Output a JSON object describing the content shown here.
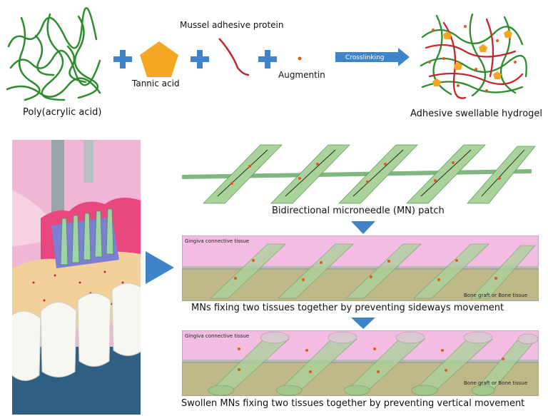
{
  "top_row": {
    "poly_label": "Poly(acrylic acid)",
    "tannic_label": "Tannic acid",
    "mussel_label": "Mussel adhesive protein",
    "augmentin_label": "Augmentin",
    "crosslinking_label": "Crosslinking",
    "hydrogel_label": "Adhesive swellable hydrogel"
  },
  "panels": {
    "patch_caption": "Bidirectional microneedle (MN) patch",
    "sideways_caption": "MNs fixing two tissues together by preventing sideways movement",
    "vertical_caption": "Swollen MNs fixing two tissues together by preventing vertical movement",
    "gingiva_label": "Gingiva connective tissue",
    "bone_label": "Bone graft or Bone tissue"
  },
  "colors": {
    "polymer_green": "#2e8b2e",
    "tannic_orange": "#f5a623",
    "protein_red": "#c0282d",
    "arrow_blue": "#3f84c8",
    "gingiva_pink": "#f2bde0",
    "bone_khaki": "#bfb98a",
    "needle_green": "#a9d39b"
  }
}
